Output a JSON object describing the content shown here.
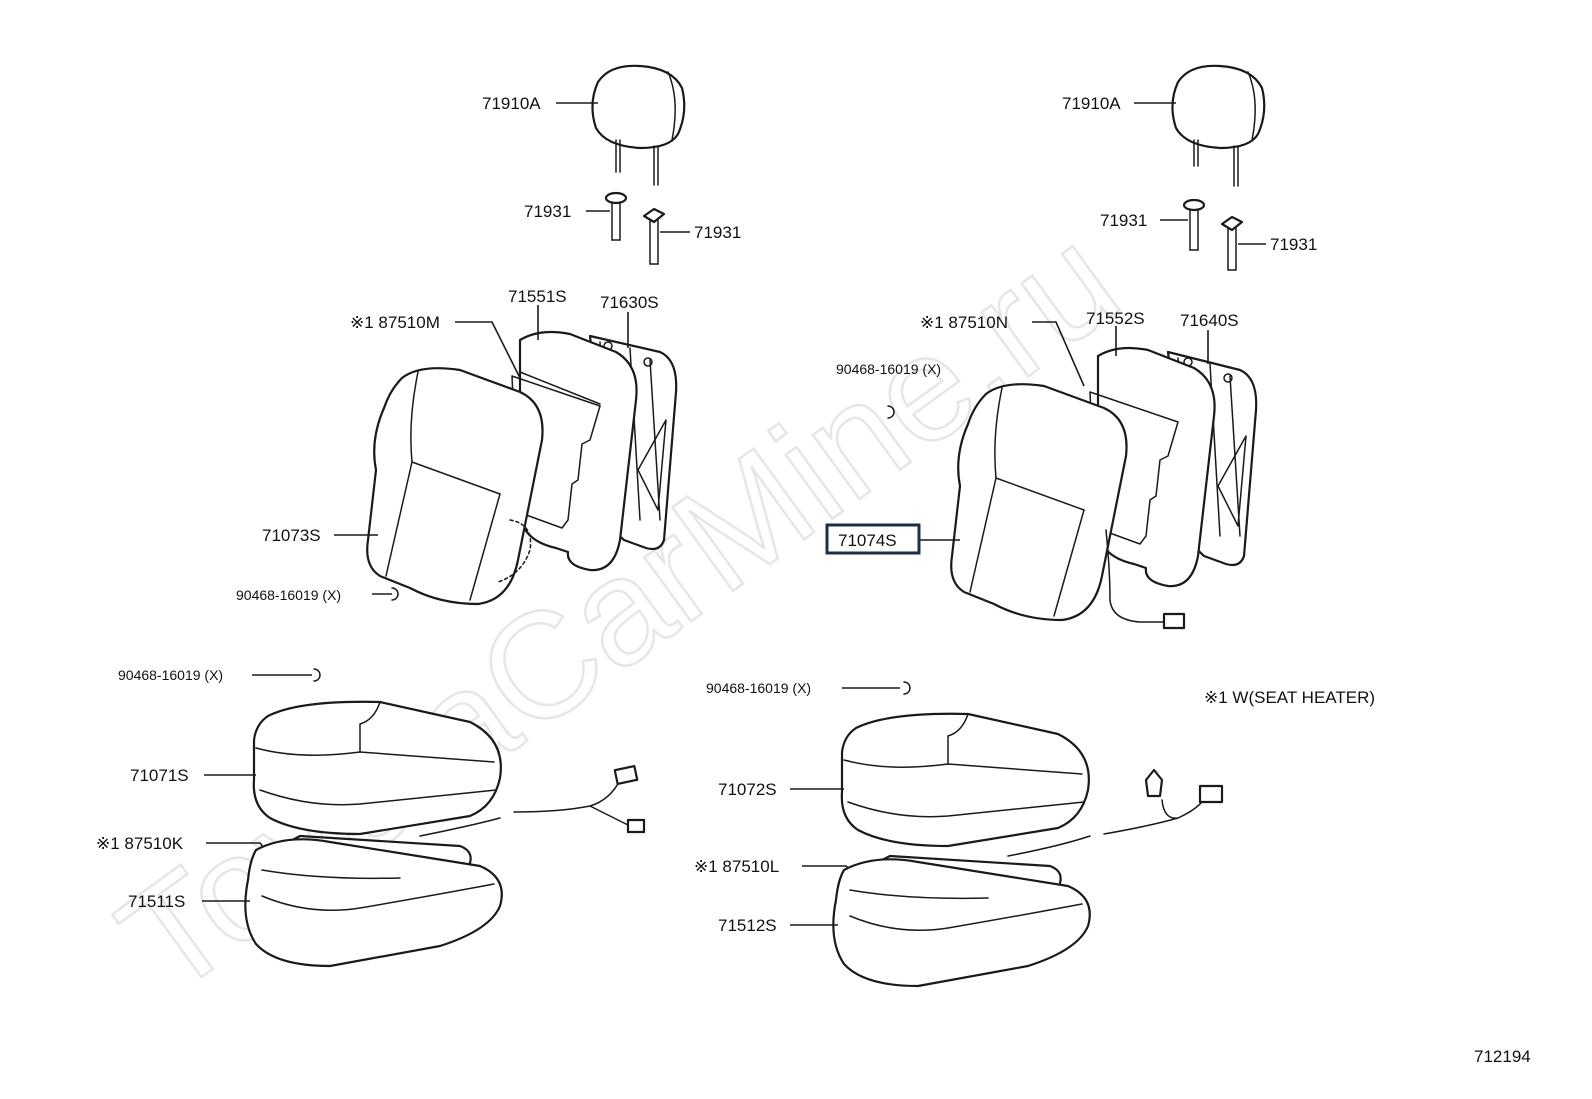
{
  "watermark": "ToyotaCarMine.ru",
  "diagram_code": "712194",
  "note": "※1 W(SEAT HEATER)",
  "labels": {
    "l_headrest": "71910A",
    "l_support_a": "71931",
    "l_support_b": "71931",
    "l_pad_back": "71551S",
    "l_frame": "71630S",
    "l_heater_back": "※1  87510M",
    "l_cover_back": "71073S",
    "l_hogring_back": "90468-16019 (X)",
    "l_hogring_cush": "90468-16019 (X)",
    "l_cover_cush": "71071S",
    "l_heater_cush": "※1  87510K",
    "l_pad_cush": "71511S",
    "r_headrest": "71910A",
    "r_support_a": "71931",
    "r_support_b": "71931",
    "r_hogring_back": "90468-16019 (X)",
    "r_heater_back": "※1  87510N",
    "r_pad_back": "71552S",
    "r_frame": "71640S",
    "r_cover_back": "71074S",
    "r_hogring_cush": "90468-16019 (X)",
    "r_cover_cush": "71072S",
    "r_heater_cush": "※1  87510L",
    "r_pad_cush": "71512S"
  },
  "highlighted_part": "71074S"
}
